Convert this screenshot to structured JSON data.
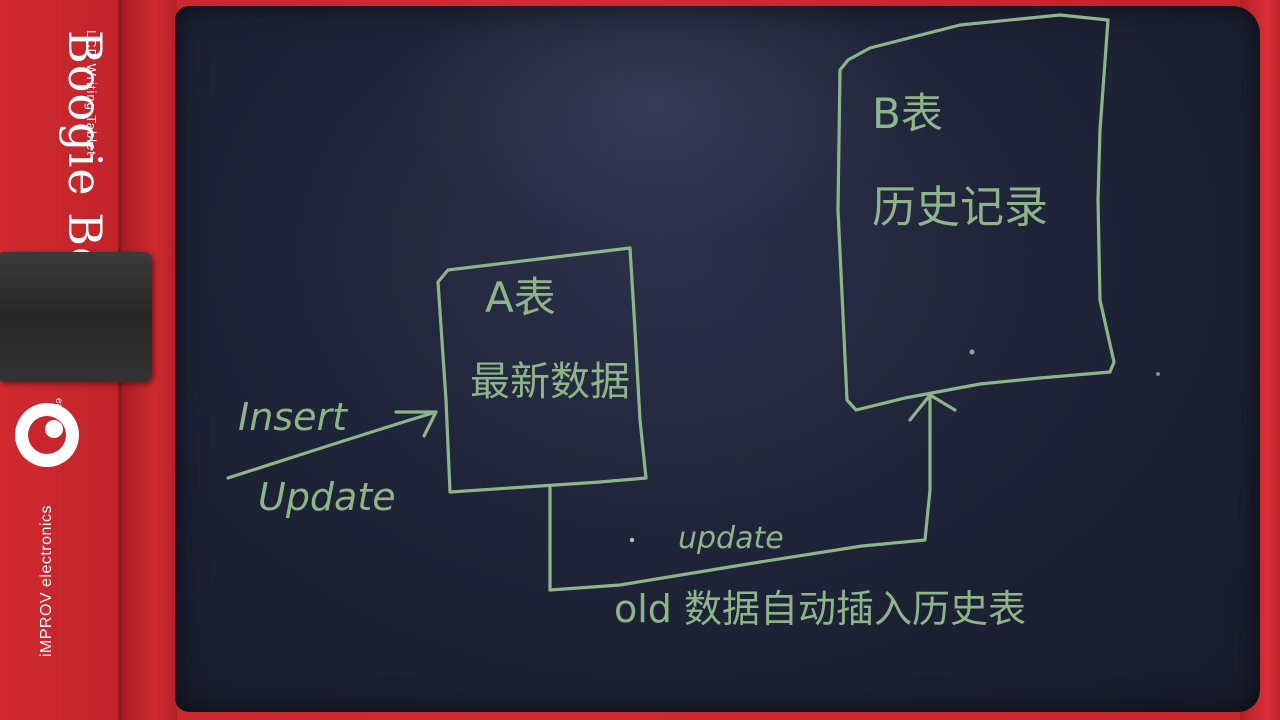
{
  "device": {
    "brand": "Boogie Board",
    "brand_subtitle": "LCD Writing Tablet",
    "logo_tag": "ease",
    "maker": "iMPROV electronics",
    "colors": {
      "case": "#c9252c",
      "screen": "#1f2438",
      "ink": "#8db58a",
      "strap": "#2e2e2e"
    }
  },
  "whiteboard": {
    "table_b": {
      "title": "B表",
      "desc": "历史记录"
    },
    "table_a": {
      "title": "A表",
      "desc": "最新数据"
    },
    "insert_label": "Insert",
    "update_label": "Update",
    "flow_update_label": "update",
    "flow_caption": "old 数据自动插入历史表"
  }
}
